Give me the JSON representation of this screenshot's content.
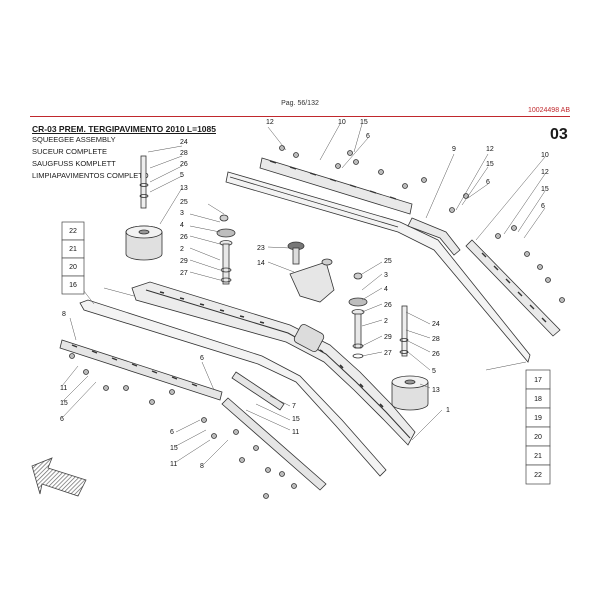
{
  "page": {
    "number": "Pag. 56/132",
    "doc_code": "10024498 AB",
    "section": "03"
  },
  "title": {
    "main": "CR-03 PREM. TERGIPAVIMENTO 2010 L=1085",
    "lines": [
      "SQUEEGEE ASSEMBLY",
      "SUCEUR COMPLETE",
      "SAUGFUSS KOMPLETT",
      "LIMPIAPAVIMENTOS COMPLETO"
    ]
  },
  "callouts": {
    "top_mid": [
      "12",
      "10",
      "15",
      "6"
    ],
    "top_right_9": "9",
    "top_right": [
      "12",
      "15",
      "6"
    ],
    "right": [
      "10",
      "12",
      "15",
      "6"
    ],
    "left_col": [
      "24",
      "28",
      "26",
      "5",
      "13"
    ],
    "mid_col": [
      "25",
      "3",
      "4",
      "26",
      "2",
      "29",
      "27"
    ],
    "knob": [
      "23",
      "14"
    ],
    "left_boxes": [
      "22",
      "21",
      "20",
      "16"
    ],
    "center_col": [
      "25",
      "3",
      "4",
      "26",
      "2",
      "29",
      "27"
    ],
    "right_col": [
      "24",
      "28",
      "26",
      "5",
      "13"
    ],
    "right_boxes": [
      "17",
      "18",
      "19",
      "20",
      "21",
      "22"
    ],
    "bottom_left": [
      "8",
      "11",
      "15",
      "6"
    ],
    "bottom_mid": [
      "6",
      "7",
      "15",
      "11",
      "6",
      "15",
      "11",
      "8"
    ],
    "frame": "1"
  }
}
